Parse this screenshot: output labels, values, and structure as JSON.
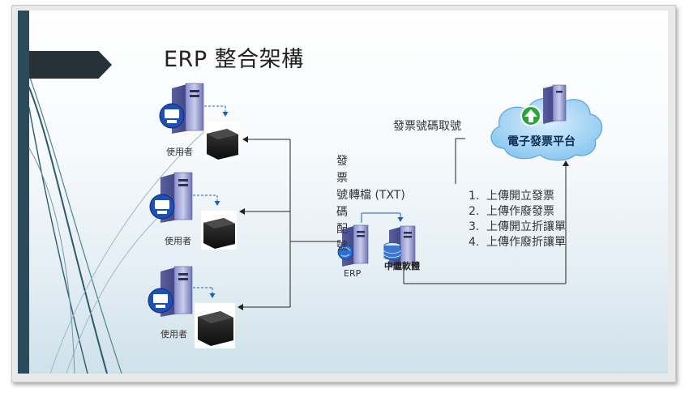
{
  "slide": {
    "title": "ERP 整合架構"
  },
  "nodes": {
    "users": [
      {
        "label": "使用者"
      },
      {
        "label": "使用者"
      },
      {
        "label": "使用者"
      }
    ],
    "erp": {
      "label": "ERP"
    },
    "middleware": {
      "label": "中繼軟體"
    },
    "platform": {
      "label": "電子發票平台"
    }
  },
  "edges": {
    "dispatch_label": "發票號碼配號",
    "convert_label": "轉檔 (TXT)",
    "fetch_label": "發票號碼取號"
  },
  "upload_steps": [
    {
      "num": "1.",
      "text": "上傳開立發票"
    },
    {
      "num": "2.",
      "text": "上傳作廢發票"
    },
    {
      "num": "3.",
      "text": "上傳開立折讓單"
    },
    {
      "num": "4.",
      "text": "上傳作廢折讓單"
    }
  ],
  "colors": {
    "left_bar": "#2b4a5c",
    "arrow_tab": "#263238",
    "cloud": "#9fd2f2",
    "platform_text": "#0b2a55",
    "upload_icon": "#2aa33a"
  }
}
